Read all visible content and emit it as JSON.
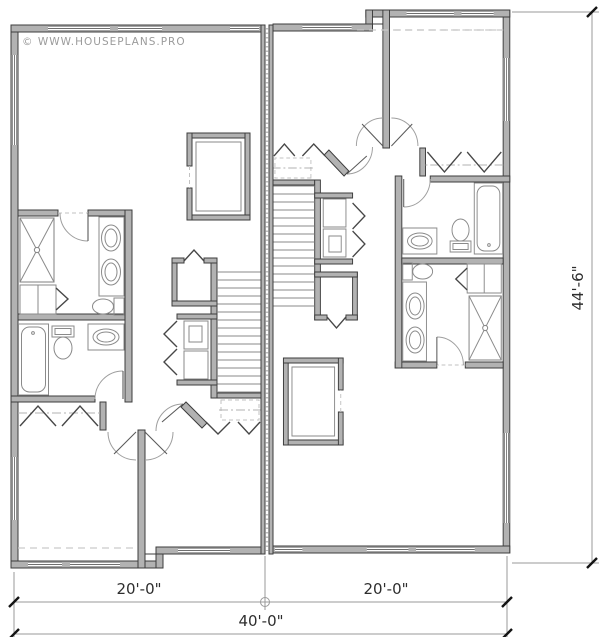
{
  "watermark": "© WWW.HOUSEPLANS.PRO",
  "dimensions": {
    "left_unit_width": "20'-0\"",
    "right_unit_width": "20'-0\"",
    "total_width": "40'-0\"",
    "total_depth": "44'-6\""
  },
  "plan": {
    "type": "duplex-main-floor-plan",
    "units": 2,
    "unit_layout_symmetry": "180-degree rotation about party wall center"
  },
  "colors": {
    "wall_fill": "#b2b2b2",
    "wall_edge": "#3c3c3c",
    "fixture_line": "#8a8a8a",
    "dimension_text": "#2e2e2e",
    "watermark_text": "#9b9b9b"
  }
}
